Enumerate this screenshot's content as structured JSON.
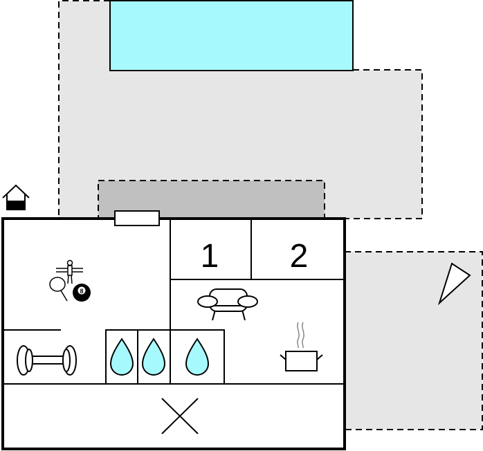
{
  "floorplan": {
    "rooms": [
      {
        "id": "bedroom-1",
        "label": "1"
      },
      {
        "id": "bedroom-2",
        "label": "2"
      }
    ],
    "icons": [
      "entrance-house-icon",
      "table-football-icon",
      "table-tennis-icon",
      "billiard-ball-icon",
      "dumbbell-icon",
      "bathroom-water-drop-icon",
      "sofa-icon",
      "cooking-pot-icon",
      "storage-x-icon",
      "view-cone-icon"
    ],
    "billiard_ball_number": "8",
    "colors": {
      "pool": "#a6fafe",
      "terrace": "#e6e6e6",
      "covered_terrace": "#c0c0c0",
      "walls": "#000000",
      "water": "#a6fafe"
    }
  }
}
